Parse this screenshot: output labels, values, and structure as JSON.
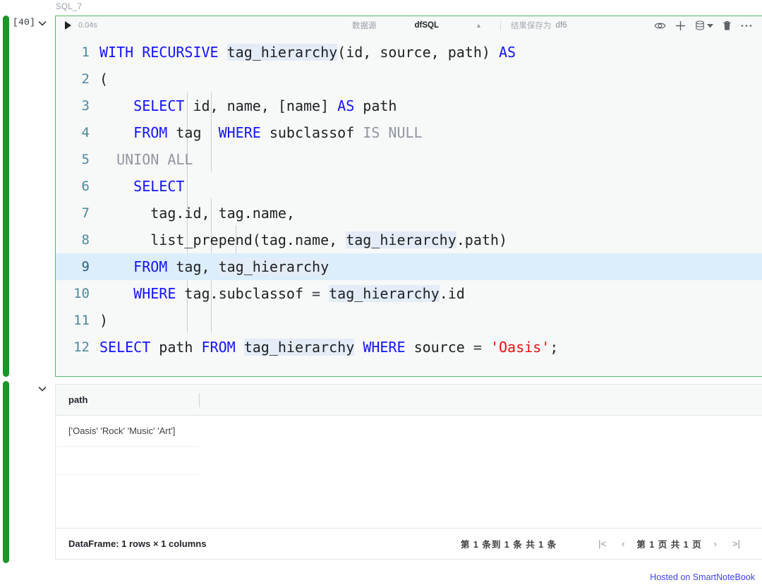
{
  "cell": {
    "title": "SQL_7",
    "exec_count": "[40]",
    "collapse_icon": "chevron-down-icon",
    "output_collapse_icon": "chevron-down-icon"
  },
  "toolbar": {
    "run_icon": "play-icon",
    "run_time": "0.04s",
    "datasource_label": "数据源",
    "datasource_value": "dfSQL",
    "caret_icon": "caret-up-icon",
    "save_as_label": "结果保存为",
    "save_as_value": "df6",
    "icons": [
      {
        "name": "eye-icon"
      },
      {
        "name": "plus-icon"
      },
      {
        "name": "database-icon"
      },
      {
        "name": "caret-down-icon"
      },
      {
        "name": "trash-icon"
      },
      {
        "name": "ellipsis-icon"
      }
    ],
    "badge_icon": "user-badge-icon"
  },
  "editor": {
    "active_line": 9,
    "lines": [
      {
        "n": "1",
        "tokens": [
          {
            "t": "WITH RECURSIVE ",
            "c": "kw"
          },
          {
            "t": "tag_hierarchy",
            "c": "hl"
          },
          {
            "t": "(id, source, path) ",
            "c": "plain"
          },
          {
            "t": "AS",
            "c": "kw"
          }
        ]
      },
      {
        "n": "2",
        "tokens": [
          {
            "t": "(",
            "c": "plain"
          }
        ]
      },
      {
        "n": "3",
        "tokens": [
          {
            "t": "    ",
            "c": "plain"
          },
          {
            "t": "SELECT",
            "c": "kw"
          },
          {
            "t": " id, name, [name] ",
            "c": "plain"
          },
          {
            "t": "AS",
            "c": "kw"
          },
          {
            "t": " path",
            "c": "plain"
          }
        ]
      },
      {
        "n": "4",
        "tokens": [
          {
            "t": "    ",
            "c": "plain"
          },
          {
            "t": "FROM",
            "c": "kw"
          },
          {
            "t": " tag  ",
            "c": "plain"
          },
          {
            "t": "WHERE",
            "c": "kw"
          },
          {
            "t": " subclassof ",
            "c": "plain"
          },
          {
            "t": "IS NULL",
            "c": "kwd"
          }
        ]
      },
      {
        "n": "5",
        "tokens": [
          {
            "t": "  ",
            "c": "plain"
          },
          {
            "t": "UNION ALL",
            "c": "kwd"
          }
        ]
      },
      {
        "n": "6",
        "tokens": [
          {
            "t": "    ",
            "c": "plain"
          },
          {
            "t": "SELECT",
            "c": "kw"
          }
        ]
      },
      {
        "n": "7",
        "tokens": [
          {
            "t": "      tag.id, tag.name,",
            "c": "plain"
          }
        ]
      },
      {
        "n": "8",
        "tokens": [
          {
            "t": "      list_prepend(tag.name, ",
            "c": "plain"
          },
          {
            "t": "tag_hierarchy",
            "c": "hl"
          },
          {
            "t": ".path)",
            "c": "plain"
          }
        ]
      },
      {
        "n": "9",
        "tokens": [
          {
            "t": "    ",
            "c": "plain"
          },
          {
            "t": "FROM",
            "c": "kw"
          },
          {
            "t": " tag, ",
            "c": "plain"
          },
          {
            "t": "tag_hierarchy",
            "c": "hl"
          }
        ]
      },
      {
        "n": "10",
        "tokens": [
          {
            "t": "    ",
            "c": "plain"
          },
          {
            "t": "WHERE",
            "c": "kw"
          },
          {
            "t": " tag.subclassof ",
            "c": "plain"
          },
          {
            "t": "=",
            "c": "op"
          },
          {
            "t": " ",
            "c": "plain"
          },
          {
            "t": "tag_hierarchy",
            "c": "hl"
          },
          {
            "t": ".id",
            "c": "plain"
          }
        ]
      },
      {
        "n": "11",
        "tokens": [
          {
            "t": ")",
            "c": "plain"
          }
        ]
      },
      {
        "n": "12",
        "tokens": [
          {
            "t": "SELECT",
            "c": "kw"
          },
          {
            "t": " path ",
            "c": "plain"
          },
          {
            "t": "FROM",
            "c": "kw"
          },
          {
            "t": " ",
            "c": "plain"
          },
          {
            "t": "tag_hierarchy",
            "c": "hl"
          },
          {
            "t": " ",
            "c": "plain"
          },
          {
            "t": "WHERE",
            "c": "kw"
          },
          {
            "t": " source ",
            "c": "plain"
          },
          {
            "t": "=",
            "c": "op"
          },
          {
            "t": " ",
            "c": "plain"
          },
          {
            "t": "'Oasis'",
            "c": "str"
          },
          {
            "t": ";",
            "c": "plain"
          }
        ]
      }
    ]
  },
  "results": {
    "columns": [
      "path"
    ],
    "rows": [
      [
        "['Oasis' 'Rock' 'Music' 'Art']"
      ]
    ],
    "summary": "DataFrame: 1 rows × 1 columns",
    "pagination": {
      "range_text": "第 1 条到 1 条 共 1 条",
      "page_text": "第 1 页 共 1 页",
      "first_icon": "|<",
      "prev_icon": "‹",
      "next_icon": "›",
      "last_icon": ">|"
    }
  },
  "footer": {
    "hosted_text": "Hosted on SmartNoteBook"
  },
  "colors": {
    "cell_bar_green": "#1a9626",
    "editor_border_green": "#56b96a",
    "keyword_blue": "#1414ff",
    "string_red": "#ee0e0e",
    "active_line_blue": "#dceefb",
    "token_highlight": "#e3ecf7",
    "link_blue": "#4242ee"
  }
}
